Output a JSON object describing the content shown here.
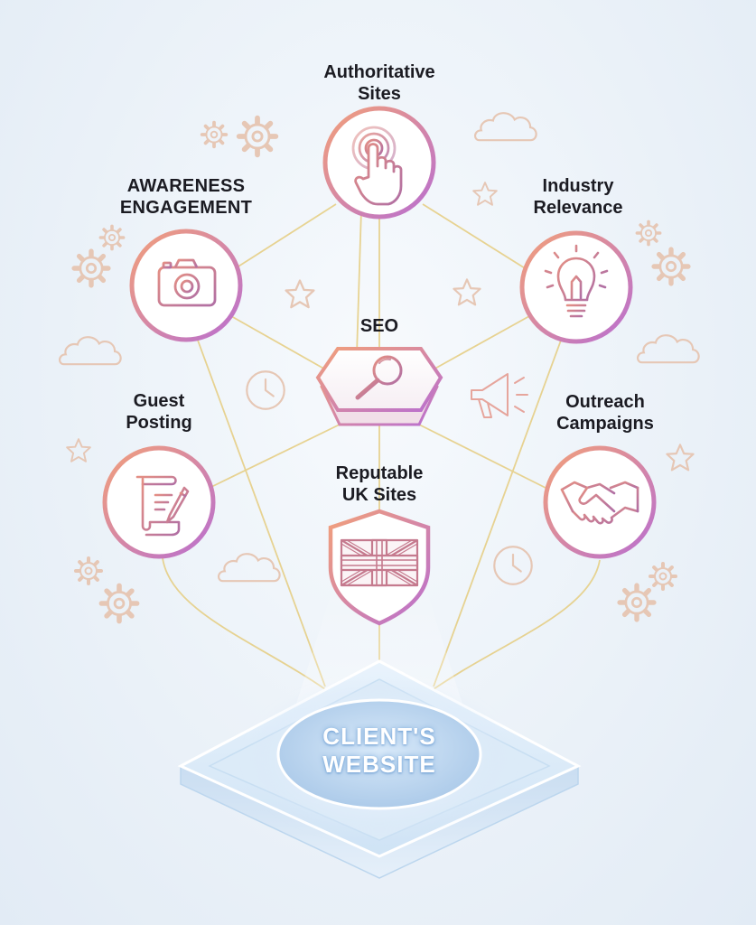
{
  "nodes": {
    "authoritative": "Authoritative\nSites",
    "awareness": "AWARENESS\nENGAGEMENT",
    "industry": "Industry\nRelevance",
    "seo": "SEO",
    "guest": "Guest\nPosting",
    "outreach": "Outreach\nCampaigns",
    "reputable": "Reputable\nUK Sites"
  },
  "center": {
    "label": "CLIENT'S\nWEBSITE"
  },
  "colors": {
    "ring_start": "#f2a07a",
    "ring_end": "#b96fd0",
    "icon_stroke": "#c57a8e",
    "connector": "#e6cf86",
    "platform": "#cfe4f6"
  },
  "icons": {
    "authoritative": "tap-hand-icon",
    "awareness": "camera-icon",
    "industry": "lightbulb-icon",
    "seo": "magnifier-icon",
    "guest": "scroll-pen-icon",
    "outreach": "handshake-icon",
    "reputable": "uk-flag-shield-icon"
  }
}
